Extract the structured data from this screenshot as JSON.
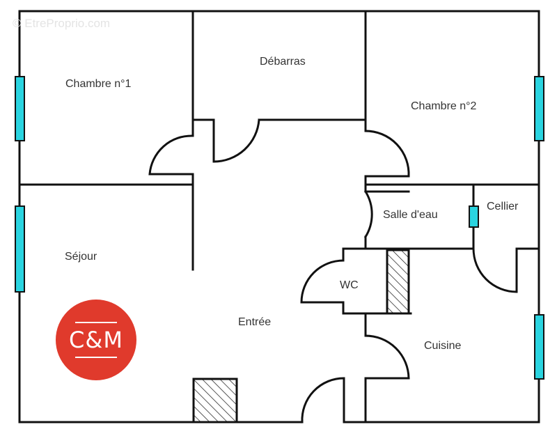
{
  "watermark": "© EtreProprio.com",
  "logo": {
    "text": "C&M",
    "color": "#e03a2c"
  },
  "colors": {
    "wall": "#111111",
    "window": "#2ad4e0",
    "hatch": "#222222"
  },
  "rooms": [
    {
      "id": "chambre1",
      "label": "Chambre n°1"
    },
    {
      "id": "debarras",
      "label": "Débarras"
    },
    {
      "id": "chambre2",
      "label": "Chambre n°2"
    },
    {
      "id": "sejour",
      "label": "Séjour"
    },
    {
      "id": "salle_eau",
      "label": "Salle d'eau"
    },
    {
      "id": "cellier",
      "label": "Cellier"
    },
    {
      "id": "wc",
      "label": "WC"
    },
    {
      "id": "entree",
      "label": "Entrée"
    },
    {
      "id": "cuisine",
      "label": "Cuisine"
    }
  ]
}
